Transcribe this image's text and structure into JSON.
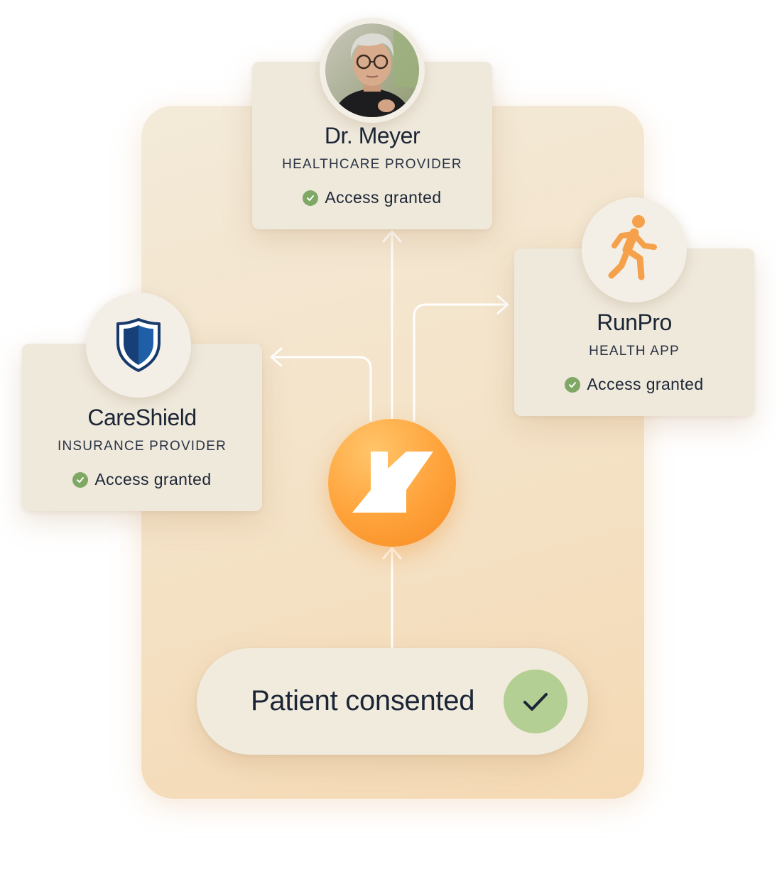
{
  "cards": {
    "provider": {
      "name": "Dr. Meyer",
      "role": "HEALTHCARE PROVIDER",
      "status": "Access granted",
      "icon": "doctor-portrait"
    },
    "app": {
      "name": "RunPro",
      "role": "HEALTH APP",
      "status": "Access granted",
      "icon": "running-person-icon"
    },
    "insurer": {
      "name": "CareShield",
      "role": "INSURANCE PROVIDER",
      "status": "Access granted",
      "icon": "shield-icon"
    }
  },
  "hub": {
    "icon": "brand-logo"
  },
  "consent": {
    "label": "Patient consented",
    "icon": "checkmark-icon"
  },
  "colors": {
    "accent": "#f78a22",
    "success": "#7fa865",
    "success_light": "#b3cf93",
    "text": "#1c2535",
    "shield": "#1f5fa8",
    "runner": "#f5a04b"
  }
}
